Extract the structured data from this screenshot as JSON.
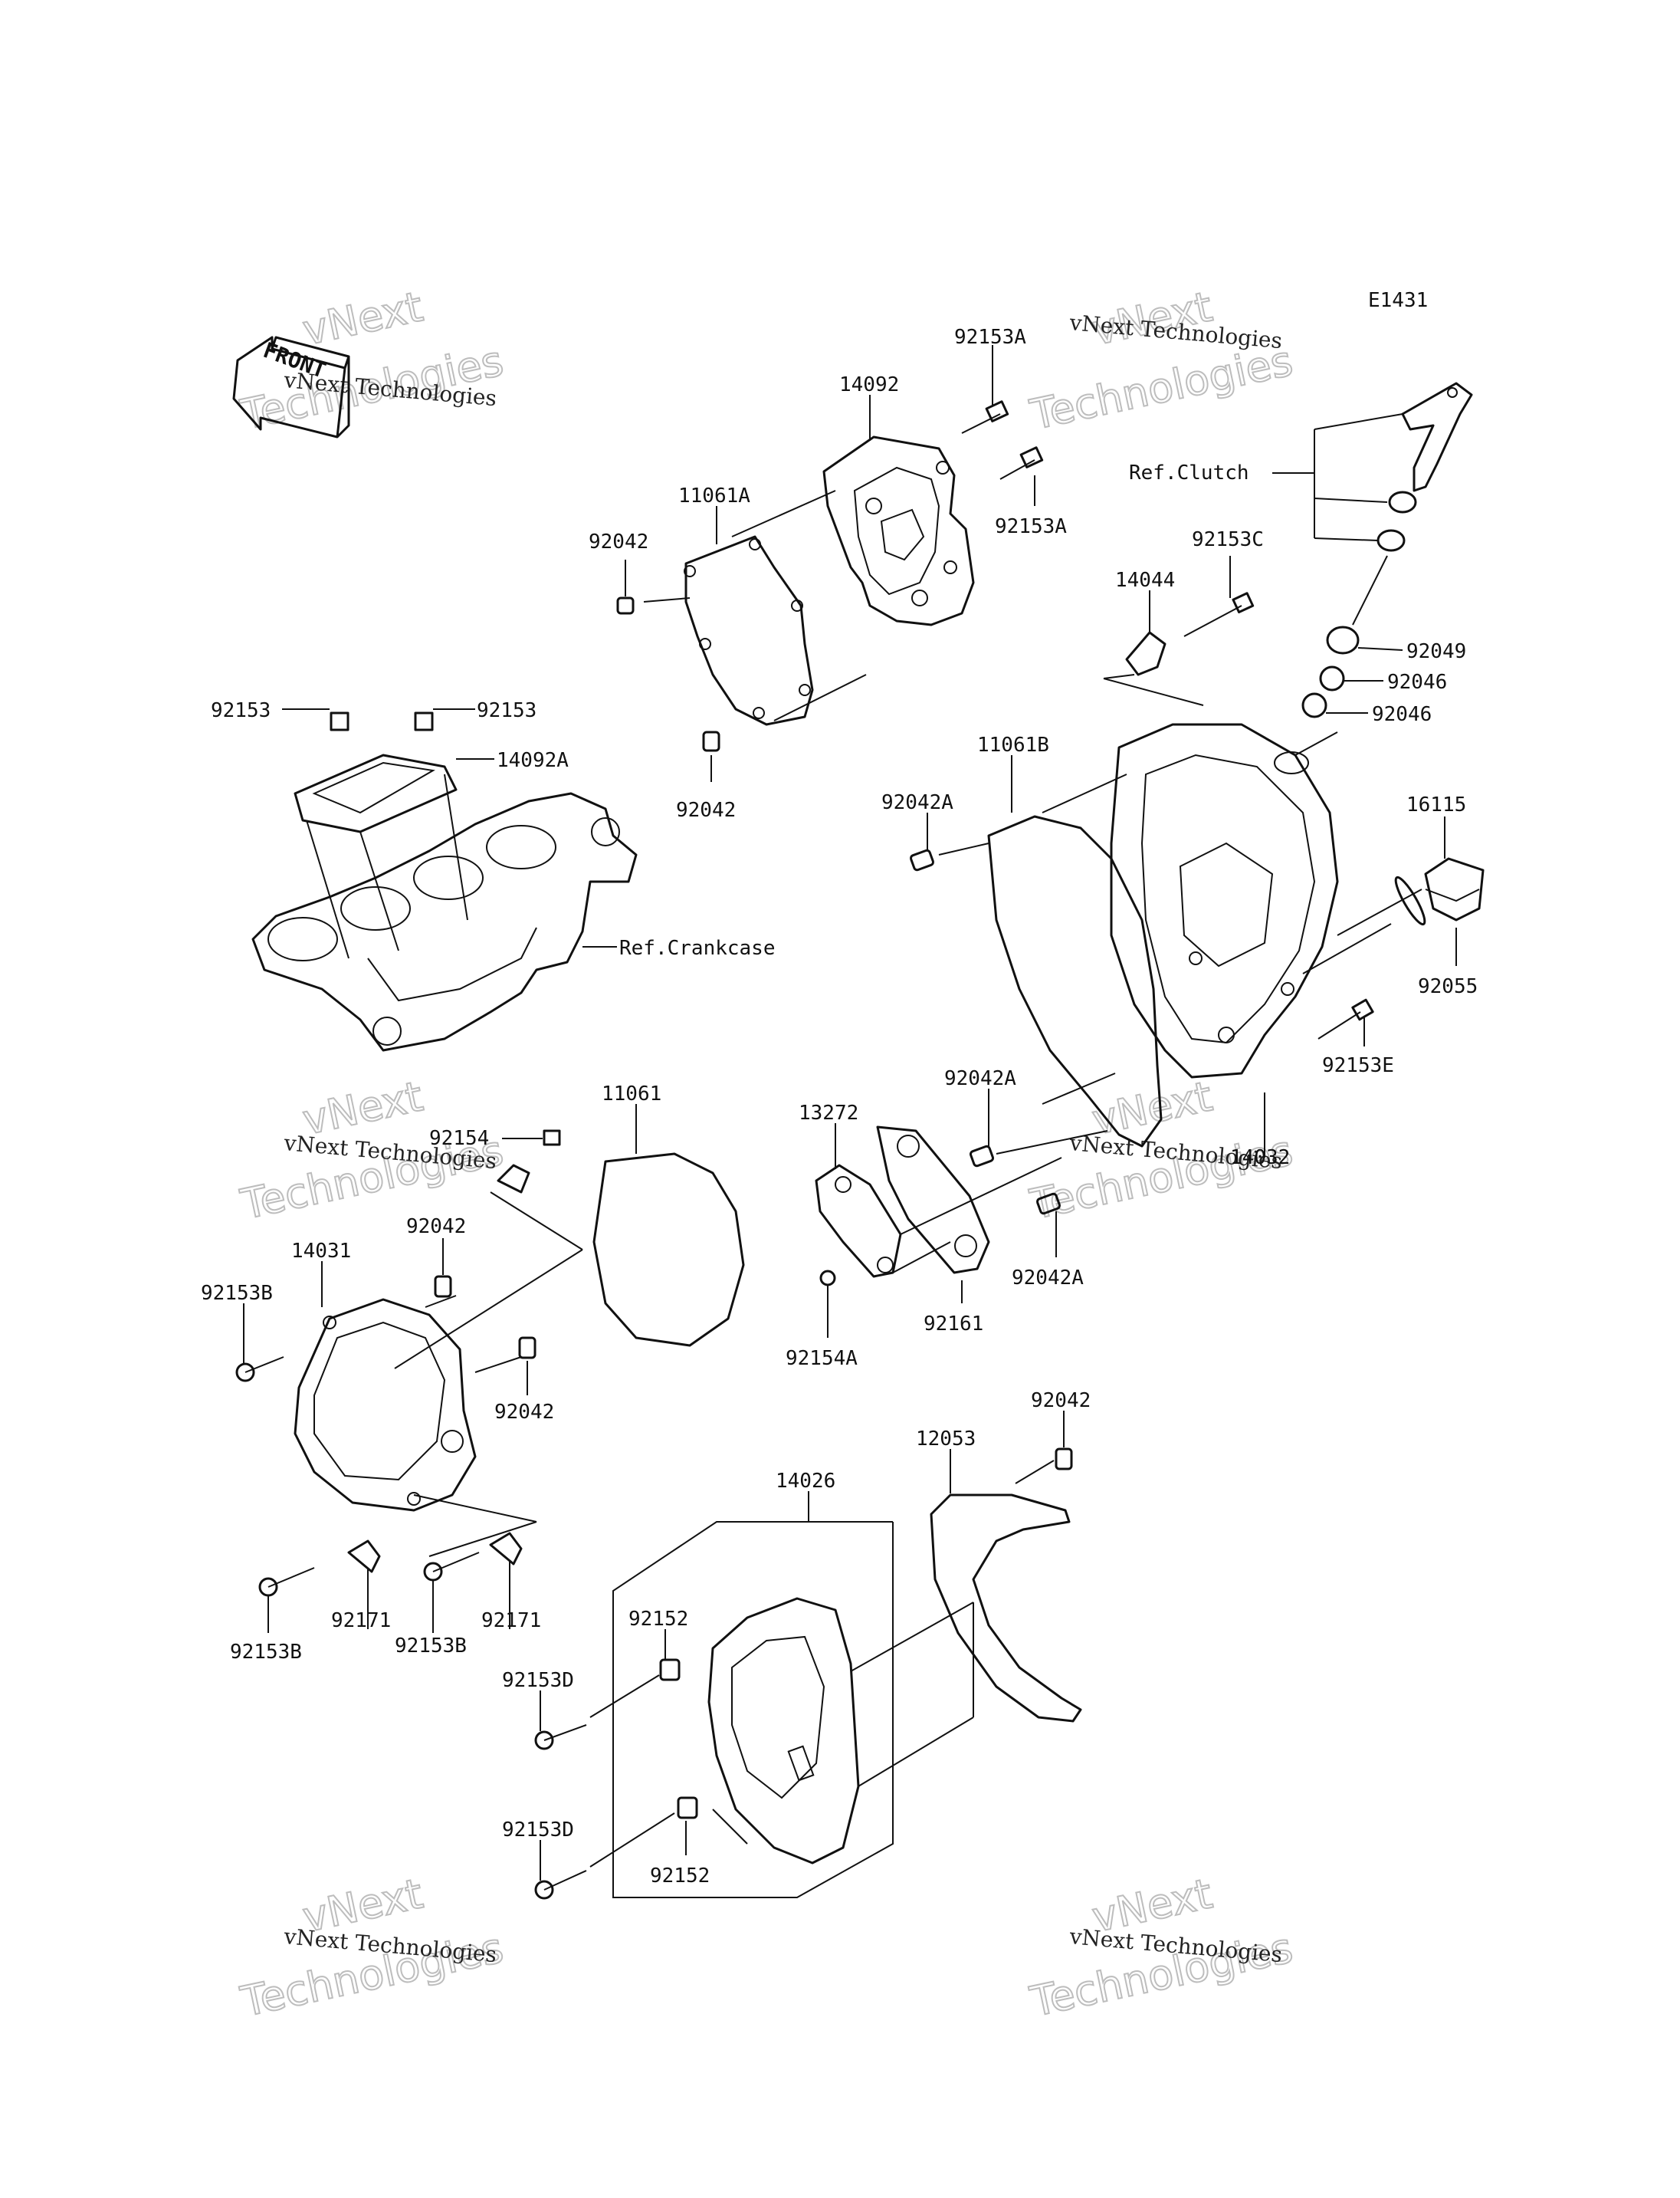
{
  "diagram_code": "E1431",
  "front_label": "FRONT",
  "watermark": {
    "line1": "vNext Technologies",
    "line2": "Technologies",
    "line0": "vNext"
  },
  "labels": {
    "p14092": "14092",
    "p92153A_top": "92153A",
    "p92153A_mid": "92153A",
    "p11061A": "11061A",
    "p92042_a": "92042",
    "p92042_b": "92042",
    "p92153_l": "92153",
    "p92153_r": "92153",
    "p14092A": "14092A",
    "ref_crankcase": "Ref.Crankcase",
    "ref_clutch": "Ref.Clutch",
    "p14044": "14044",
    "p92153C": "92153C",
    "p92049": "92049",
    "p92046_a": "92046",
    "p92046_b": "92046",
    "p11061B": "11061B",
    "p92042A_a": "92042A",
    "p16115": "16115",
    "p92055": "92055",
    "p92153E": "92153E",
    "p92042A_b": "92042A",
    "p14032": "14032",
    "p92042A_c": "92042A",
    "p13272": "13272",
    "p92161": "92161",
    "p92154A": "92154A",
    "p11061": "11061",
    "p92154": "92154",
    "p92042_c": "92042",
    "p14031": "14031",
    "p92153B_a": "92153B",
    "p92042_d": "92042",
    "p92153B_b": "92153B",
    "p92171_a": "92171",
    "p92153B_c": "92153B",
    "p92171_b": "92171",
    "p92042_e": "92042",
    "p12053": "12053",
    "p14026": "14026",
    "p92152_a": "92152",
    "p92153D_a": "92153D",
    "p92153D_b": "92153D",
    "p92152_b": "92152"
  }
}
